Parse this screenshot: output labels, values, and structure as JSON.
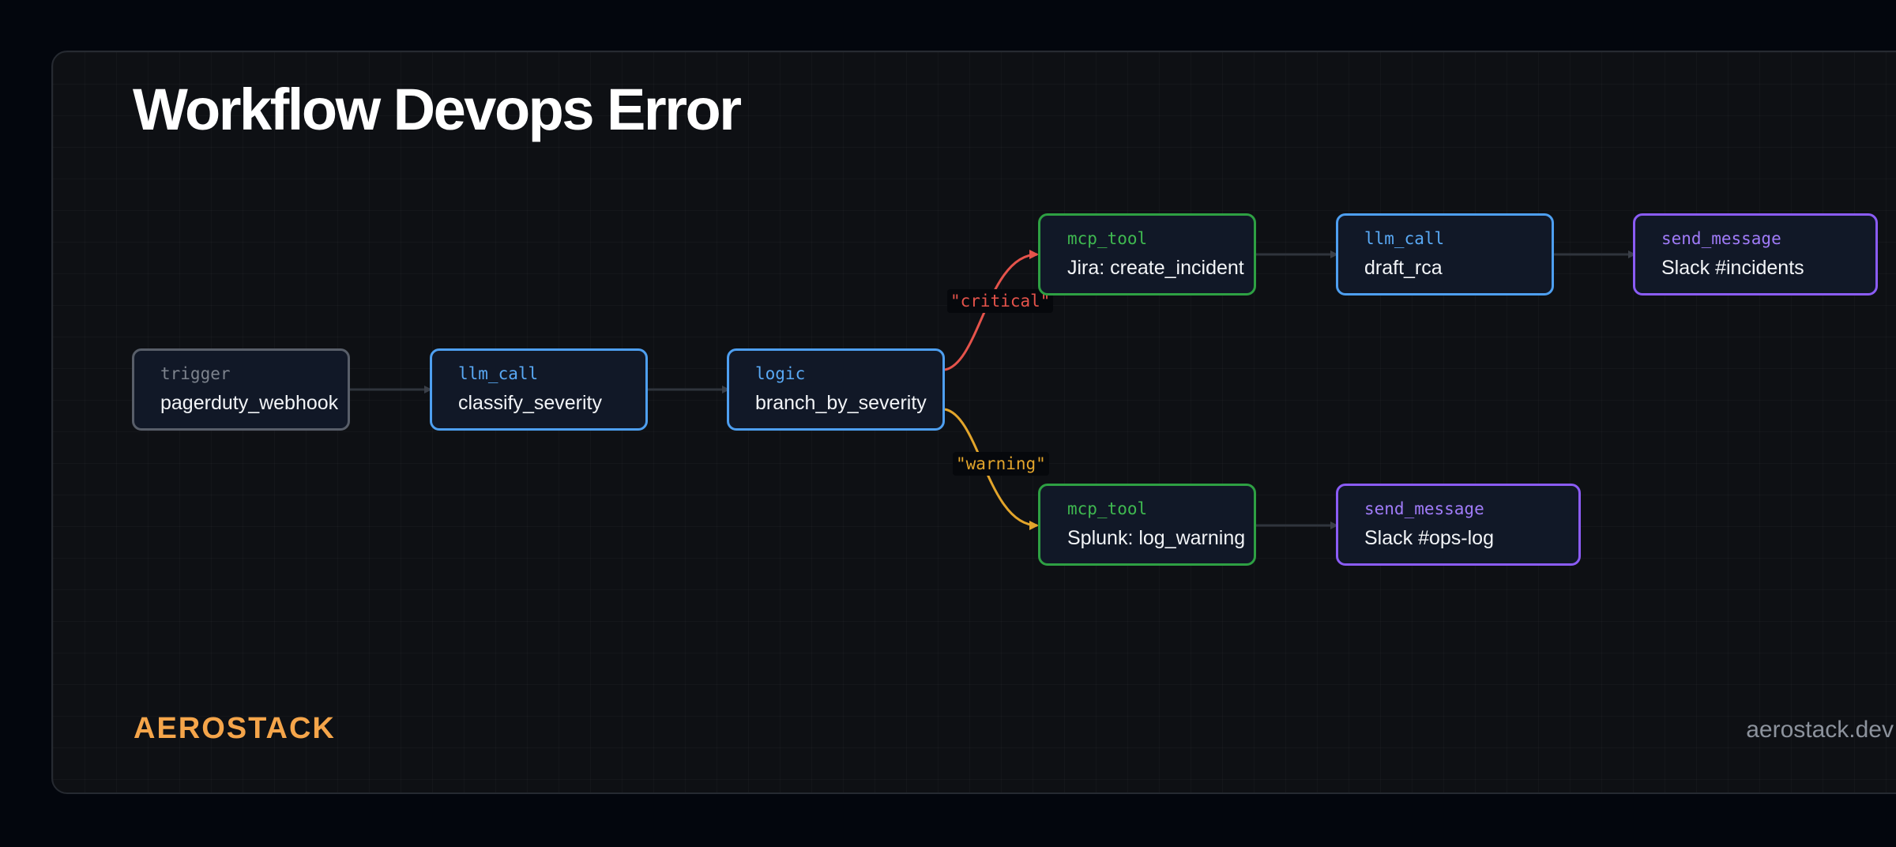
{
  "title": "Workflow Devops Error",
  "brand": "AEROSTACK",
  "site": "aerostack.dev",
  "colors": {
    "critical": "#e5534b",
    "warning": "#e3a52b",
    "connector": "#2f343c",
    "brand": "#f5a54a"
  },
  "nodes": {
    "trigger": {
      "kind": "trigger",
      "label": "pagerduty_webhook"
    },
    "classify": {
      "kind": "llm_call",
      "label": "classify_severity"
    },
    "branch": {
      "kind": "logic",
      "label": "branch_by_severity"
    },
    "jira": {
      "kind": "mcp_tool",
      "label": "Jira: create_incident"
    },
    "draft": {
      "kind": "llm_call",
      "label": "draft_rca"
    },
    "slack_incidents": {
      "kind": "send_message",
      "label": "Slack #incidents"
    },
    "splunk": {
      "kind": "mcp_tool",
      "label": "Splunk: log_warning"
    },
    "slack_ops": {
      "kind": "send_message",
      "label": "Slack #ops-log"
    }
  },
  "edges": {
    "critical_label": "\"critical\"",
    "warning_label": "\"warning\""
  }
}
